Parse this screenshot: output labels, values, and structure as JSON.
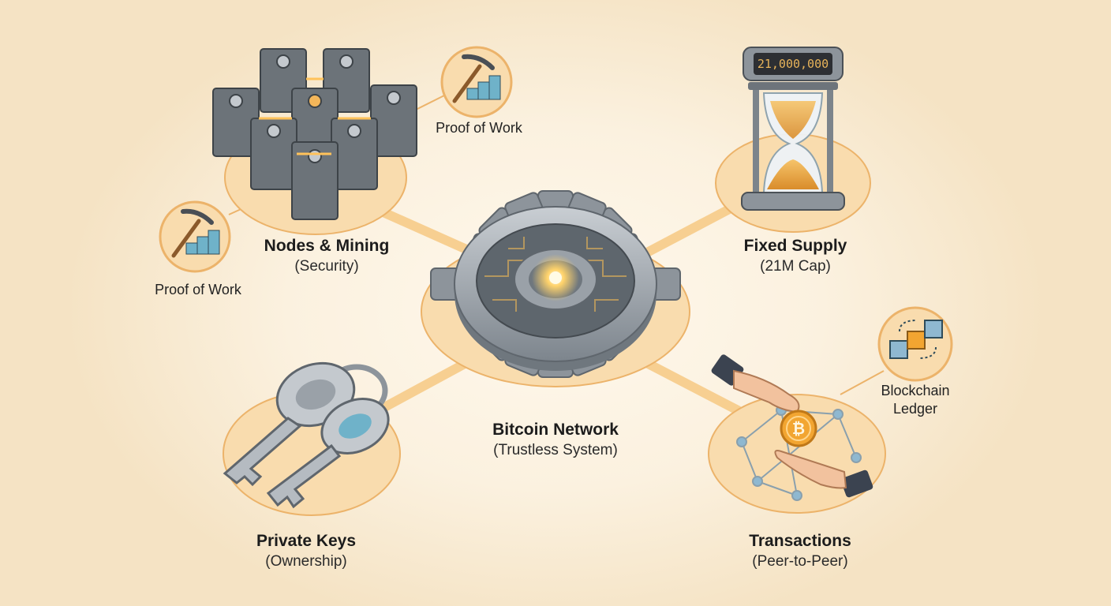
{
  "hub": {
    "title": "Bitcoin Network",
    "subtitle": "(Trustless System)"
  },
  "nodes_mining": {
    "title": "Nodes & Mining",
    "subtitle": "(Security)"
  },
  "fixed_supply": {
    "title": "Fixed Supply",
    "subtitle": "(21M Cap)",
    "counter": "21,000,000"
  },
  "private_keys": {
    "title": "Private Keys",
    "subtitle": "(Ownership)"
  },
  "transactions": {
    "title": "Transactions",
    "subtitle": "(Peer-to-Peer)",
    "coin_symbol": "₿"
  },
  "proof_of_work_top": {
    "label": "Proof of Work"
  },
  "proof_of_work_left": {
    "label": "Proof of Work"
  },
  "blockchain_ledger": {
    "line1": "Blockchain",
    "line2": "Ledger"
  },
  "colors": {
    "connector": "#f7c983",
    "circle_fill": "#f9dcae",
    "circle_stroke": "#ecb36a",
    "metal": "#9aa1a8",
    "glow": "#ffd36b",
    "coin": "#f2a531"
  }
}
